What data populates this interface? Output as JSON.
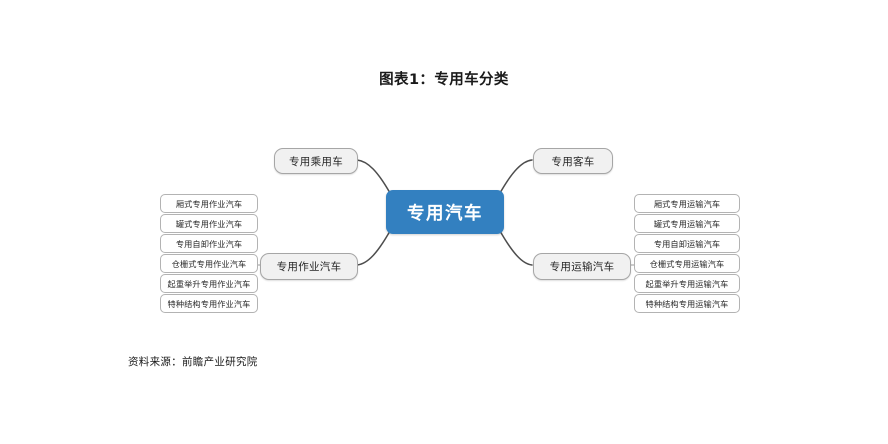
{
  "title": "图表1：专用车分类",
  "source_note": "资料来源：前瞻产业研究院",
  "center": {
    "label": "专用汽车",
    "color": "#3380c0",
    "text_color": "#ffffff"
  },
  "branches": {
    "left_upper": {
      "label": "专用乘用车"
    },
    "right_upper": {
      "label": "专用客车"
    },
    "left_lower": {
      "label": "专用作业汽车"
    },
    "right_lower": {
      "label": "专用运输汽车"
    }
  },
  "leaves_left": [
    {
      "label": "厢式专用作业汽车"
    },
    {
      "label": "罐式专用作业汽车"
    },
    {
      "label": "专用自卸作业汽车"
    },
    {
      "label": "仓栅式专用作业汽车"
    },
    {
      "label": "起重举升专用作业汽车"
    },
    {
      "label": "特种结构专用作业汽车"
    }
  ],
  "leaves_right": [
    {
      "label": "厢式专用运输汽车"
    },
    {
      "label": "罐式专用运输汽车"
    },
    {
      "label": "专用自卸运输汽车"
    },
    {
      "label": "仓栅式专用运输汽车"
    },
    {
      "label": "起重举升专用运输汽车"
    },
    {
      "label": "特种结构专用运输汽车"
    }
  ],
  "style": {
    "connector_color": "#4d4d4d",
    "leaf_border_color": "#b3b3b3",
    "branch_fill": "#f1f1f1",
    "background": "#ffffff"
  }
}
